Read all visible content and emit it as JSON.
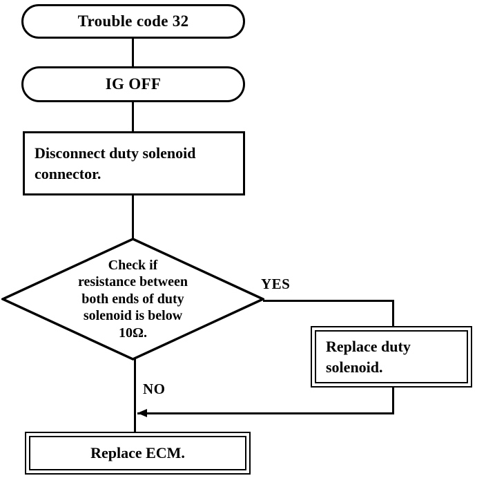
{
  "chart_data": {
    "type": "diagram",
    "title": "Trouble code 32 diagnostic flowchart",
    "nodes": [
      {
        "id": "start",
        "shape": "stadium",
        "text": "Trouble code 32"
      },
      {
        "id": "ig_off",
        "shape": "stadium",
        "text": "IG OFF"
      },
      {
        "id": "disconnect",
        "shape": "rectangle",
        "text": "Disconnect duty solenoid connector."
      },
      {
        "id": "check",
        "shape": "diamond",
        "text": "Check if resistance between both ends of duty solenoid is below 10Ω."
      },
      {
        "id": "replace_solenoid",
        "shape": "double-rectangle",
        "text": "Replace duty solenoid."
      },
      {
        "id": "replace_ecm",
        "shape": "double-rectangle",
        "text": "Replace ECM."
      }
    ],
    "edges": [
      {
        "from": "start",
        "to": "ig_off",
        "label": ""
      },
      {
        "from": "ig_off",
        "to": "disconnect",
        "label": ""
      },
      {
        "from": "disconnect",
        "to": "check",
        "label": ""
      },
      {
        "from": "check",
        "to": "replace_solenoid",
        "label": "YES"
      },
      {
        "from": "check",
        "to": "replace_ecm",
        "label": "NO"
      },
      {
        "from": "replace_solenoid",
        "to": "replace_ecm",
        "label": ""
      }
    ]
  },
  "nodes": {
    "start": {
      "label": "Trouble code 32"
    },
    "ig_off": {
      "label": "IG OFF"
    },
    "disconnect": {
      "line1": "Disconnect duty solenoid",
      "line2": "connector."
    },
    "check": {
      "line1": "Check if",
      "line2": "resistance between",
      "line3": "both ends of duty",
      "line4": "solenoid is below",
      "line5": "10Ω."
    },
    "replace_solenoid": {
      "line1": "Replace duty",
      "line2": "solenoid."
    },
    "replace_ecm": {
      "label": "Replace ECM."
    }
  },
  "edge_labels": {
    "yes": "YES",
    "no": "NO"
  },
  "colors": {
    "ink": "#000000",
    "paper": "#ffffff"
  }
}
